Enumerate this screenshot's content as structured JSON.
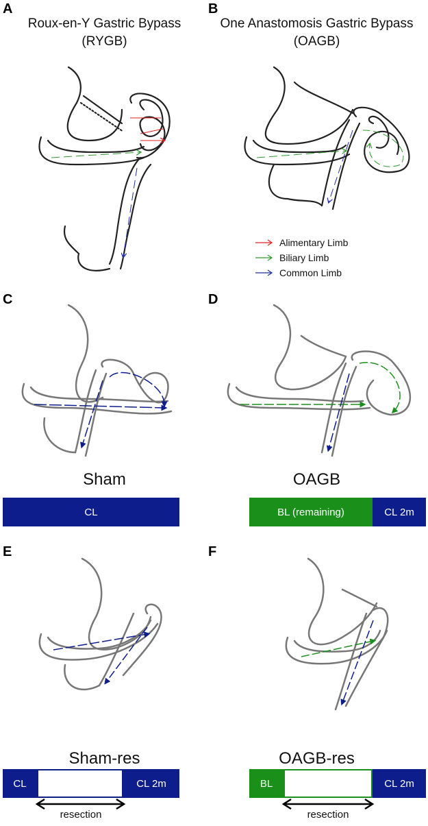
{
  "panels": {
    "A": {
      "letter": "A",
      "title_line1": "Roux-en-Y Gastric Bypass",
      "title_line2": "(RYGB)"
    },
    "B": {
      "letter": "B",
      "title_line1": "One Anastomosis Gastric Bypass",
      "title_line2": "(OAGB)"
    },
    "C": {
      "letter": "C",
      "label": "Sham"
    },
    "D": {
      "letter": "D",
      "label": "OAGB"
    },
    "E": {
      "letter": "E",
      "label": "Sham-res"
    },
    "F": {
      "letter": "F",
      "label": "OAGB-res"
    }
  },
  "legend": [
    {
      "label": "Alimentary Limb",
      "color": "#e02020"
    },
    {
      "label": "Biliary Limb",
      "color": "#2e9a2e"
    },
    {
      "label": "Common Limb",
      "color": "#1f2fa0"
    }
  ],
  "bars": {
    "C": {
      "segments": [
        {
          "label": "CL"
        }
      ]
    },
    "D": {
      "segments": [
        {
          "label": "BL (remaining)"
        },
        {
          "label": "CL 2m"
        }
      ]
    },
    "E": {
      "segments": [
        {
          "label": "CL"
        },
        {
          "label": ""
        },
        {
          "label": "CL 2m"
        }
      ],
      "resection_label": "resection"
    },
    "F": {
      "segments": [
        {
          "label": "BL"
        },
        {
          "label": ""
        },
        {
          "label": "CL 2m"
        }
      ],
      "resection_label": "resection"
    }
  },
  "colors": {
    "navy": "#0d1d8c",
    "green": "#1a8f1a",
    "red": "#e02020",
    "blue": "#1f2fa0",
    "line": "#555555"
  }
}
